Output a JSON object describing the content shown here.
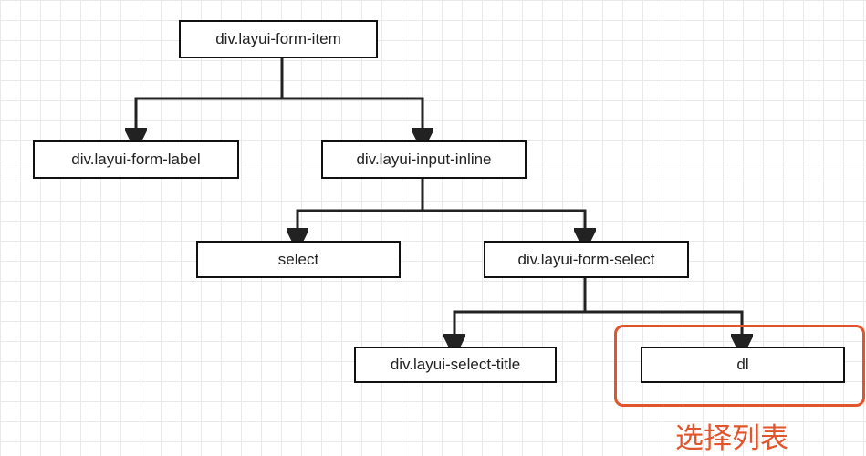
{
  "nodes": {
    "form_item": "div.layui-form-item",
    "form_label": "div.layui-form-label",
    "input_inline": "div.layui-input-inline",
    "select": "select",
    "form_select": "div.layui-form-select",
    "select_title": "div.layui-select-title",
    "dl": "dl"
  },
  "highlight": {
    "label": "选择列表",
    "color": "#e1542c"
  }
}
